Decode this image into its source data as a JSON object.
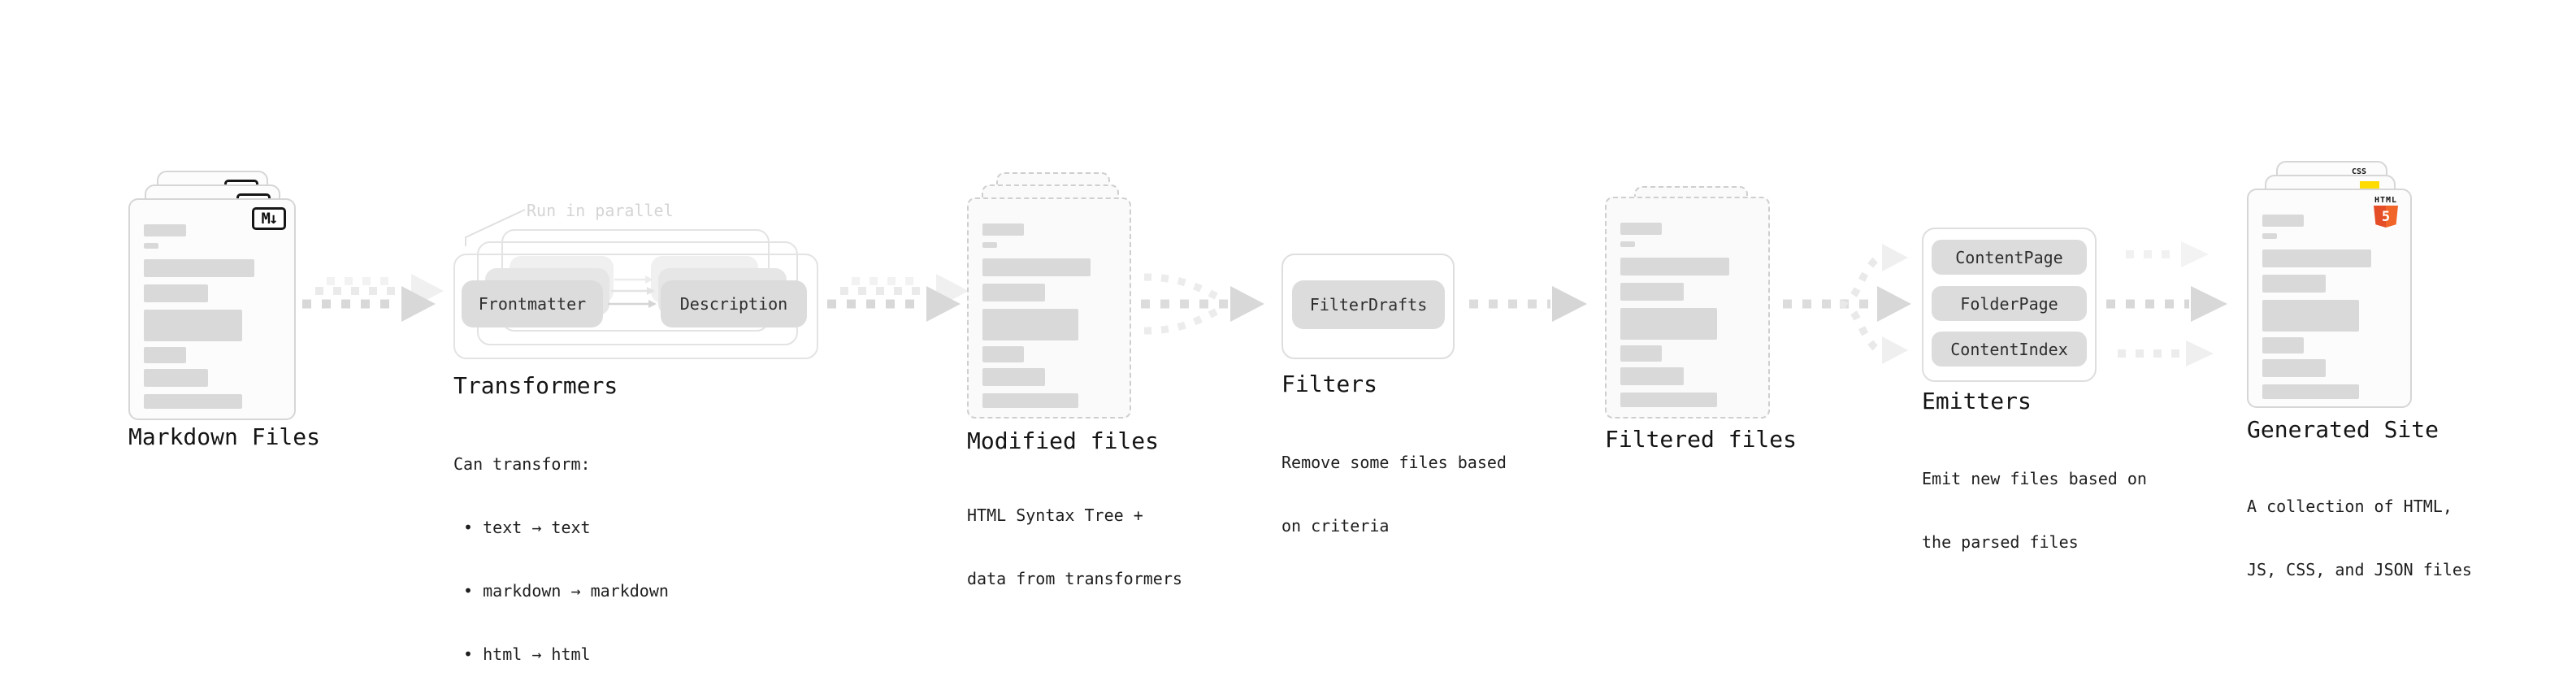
{
  "diagram": {
    "stages": [
      {
        "id": "markdown-files",
        "title": "Markdown Files",
        "icon": "markdown-icon",
        "icon_label": "M↓"
      },
      {
        "id": "transformers",
        "title": "Transformers",
        "annotation": "Run in parallel",
        "pills": [
          "Frontmatter",
          "Description"
        ],
        "description": [
          "Can transform:",
          " • text → text",
          " • markdown → markdown",
          " • html → html"
        ]
      },
      {
        "id": "modified-files",
        "title": "Modified files",
        "description": [
          "HTML Syntax Tree +",
          "data from transformers"
        ]
      },
      {
        "id": "filters",
        "title": "Filters",
        "pills": [
          "FilterDrafts"
        ],
        "description": [
          "Remove some files based",
          "on criteria"
        ]
      },
      {
        "id": "filtered-files",
        "title": "Filtered files"
      },
      {
        "id": "emitters",
        "title": "Emitters",
        "pills": [
          "ContentPage",
          "FolderPage",
          "ContentIndex"
        ],
        "description": [
          "Emit new files based on",
          "the parsed files"
        ]
      },
      {
        "id": "generated-site",
        "title": "Generated Site",
        "description": [
          "A collection of HTML,",
          "JS, CSS, and JSON files"
        ],
        "badges": [
          {
            "icon": "css-icon",
            "label": "CSS"
          },
          {
            "icon": "js-icon",
            "label": ""
          },
          {
            "icon": "html5-icon",
            "label": "HTML",
            "numeral": "5"
          }
        ]
      }
    ],
    "colors": {
      "html5_orange": "#e44d26",
      "html5_orange_light": "#f16529",
      "css_blue": "#2b6de0",
      "js_yellow": "#ffdb00",
      "skeleton_gray": "#d9d9d9",
      "arrow_gray": "#d8d8d8",
      "annotation_gray": "#d4d4d4"
    }
  }
}
